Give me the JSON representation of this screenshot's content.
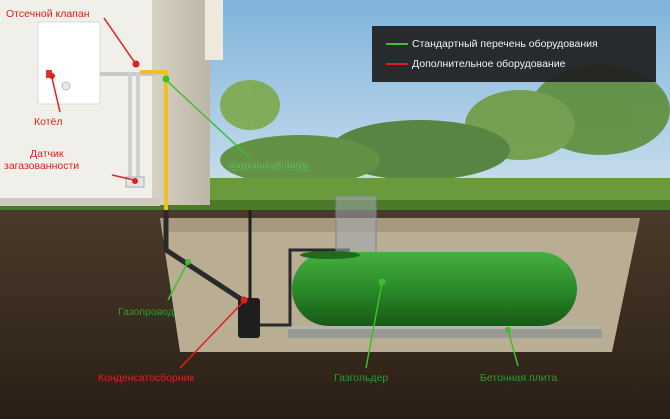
{
  "labels": {
    "shutoff_valve": "Отсечной клапан",
    "boiler": "Котёл",
    "sensor_line1": "Датчик",
    "sensor_line2": "загазованности",
    "basement_inlet": "Цокольный ввод",
    "gas_pipeline": "Газопровод",
    "condensate_collector": "Конденсатосборник",
    "gas_holder": "Газгольдер",
    "concrete_slab": "Бетонная плита"
  },
  "legend": {
    "items": [
      {
        "text": "Стандартный перечень оборудования",
        "color": "#3fbf2f"
      },
      {
        "text": "Дополнительное оборудование",
        "color": "#e0201c"
      }
    ]
  },
  "colors": {
    "standard": "#3fbf2f",
    "additional": "#e0201c",
    "tank": "#2e8f2c"
  }
}
